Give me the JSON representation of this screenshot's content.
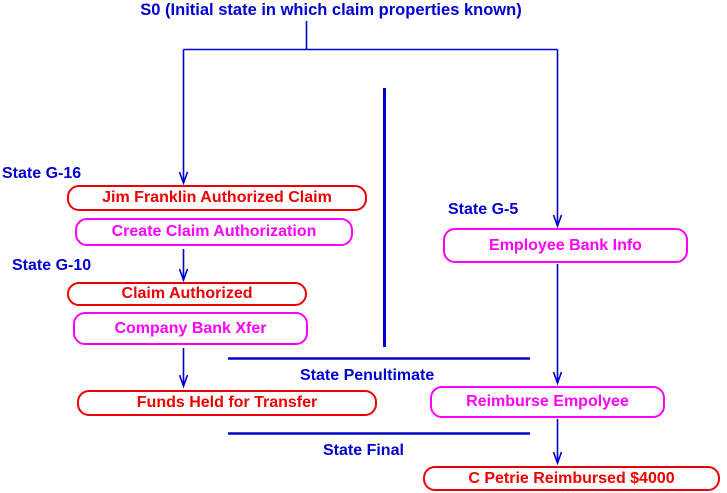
{
  "diagram": {
    "title": "S0 (Initial state in which claim properties known)",
    "state_labels": {
      "g16": "State G-16",
      "g10": "State G-10",
      "g5": "State G-5",
      "penultimate": "State Penultimate",
      "final": "State Final"
    },
    "boxes": {
      "jim_franklin": "Jim Franklin Authorized Claim",
      "create_claim": "Create Claim Authorization",
      "claim_authorized": "Claim Authorized",
      "company_bank_xfer": "Company Bank Xfer",
      "employee_bank_info": "Employee Bank Info",
      "funds_held": "Funds Held for Transfer",
      "reimburse_employee": "Reimburse Empolyee",
      "c_petrie": "C Petrie Reimbursed $4000"
    },
    "colors": {
      "line_blue": "#0000d0",
      "state_red": "#ee0000",
      "action_magenta": "#ff00ff",
      "background": "#ffffff"
    }
  }
}
